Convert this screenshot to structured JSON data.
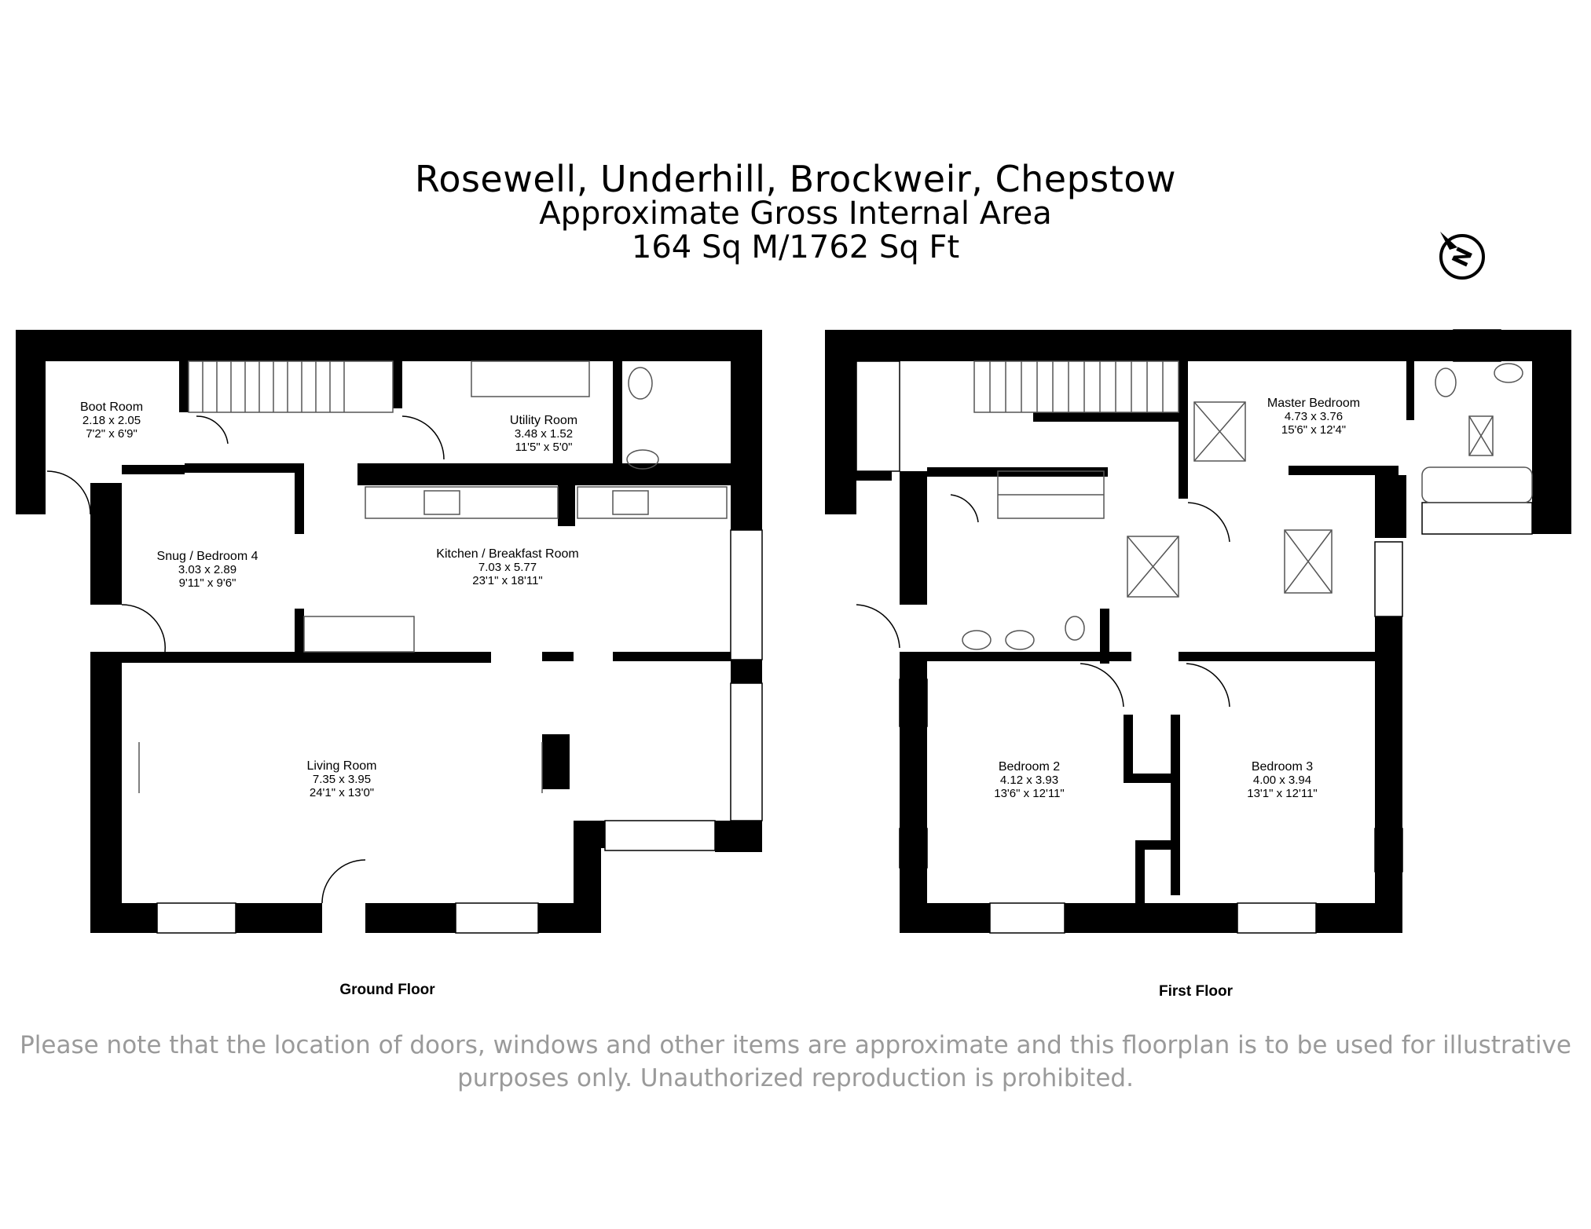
{
  "header": {
    "title": "Rosewell, Underhill, Brockweir, Chepstow",
    "subtitle": "Approximate Gross Internal Area",
    "area": "164 Sq M/1762 Sq Ft"
  },
  "compass": {
    "letter": "N",
    "icon": "north-compass-icon"
  },
  "ground_floor": {
    "label": "Ground Floor",
    "rooms": [
      {
        "name": "Boot Room",
        "metric": "2.18 x 2.05",
        "imperial": "7'2\" x 6'9\""
      },
      {
        "name": "Utility Room",
        "metric": "3.48 x 1.52",
        "imperial": "11'5\" x 5'0\""
      },
      {
        "name": "Snug / Bedroom 4",
        "metric": "3.03 x 2.89",
        "imperial": "9'11\" x 9'6\""
      },
      {
        "name": "Kitchen / Breakfast Room",
        "metric": "7.03 x 5.77",
        "imperial": "23'1\" x 18'11\""
      },
      {
        "name": "Living Room",
        "metric": "7.35 x 3.95",
        "imperial": "24'1\" x 13'0\""
      }
    ]
  },
  "first_floor": {
    "label": "First Floor",
    "rooms": [
      {
        "name": "Master Bedroom",
        "metric": "4.73 x 3.76",
        "imperial": "15'6\" x 12'4\""
      },
      {
        "name": "Bedroom 2",
        "metric": "4.12 x 3.93",
        "imperial": "13'6\" x 12'11\""
      },
      {
        "name": "Bedroom 3",
        "metric": "4.00 x 3.94",
        "imperial": "13'1\" x 12'11\""
      }
    ]
  },
  "disclaimer": "Please note that the location of doors, windows and other items are approximate and this floorplan is to be used for illustrative purposes only. Unauthorized reproduction is prohibited.",
  "colors": {
    "wall": "#000000",
    "note": "#9a9a9a",
    "fixture_line": "#666666"
  }
}
